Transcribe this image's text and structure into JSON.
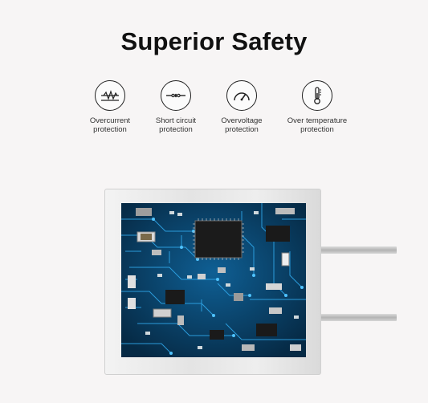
{
  "heading": "Superior Safety",
  "features": [
    {
      "icon": "overcurrent-icon",
      "line1": "Overcurrent",
      "line2": "protection"
    },
    {
      "icon": "short-circuit-icon",
      "line1": "Short circuit",
      "line2": "protection"
    },
    {
      "icon": "overvoltage-icon",
      "line1": "Overvoltage",
      "line2": "protection"
    },
    {
      "icon": "thermometer-icon",
      "line1": "Over temperature",
      "line2": "protection"
    }
  ],
  "colors": {
    "background": "#f7f5f5",
    "pcb": "#0a3a5c",
    "trace": "#2fa6e8",
    "text": "#111111"
  }
}
